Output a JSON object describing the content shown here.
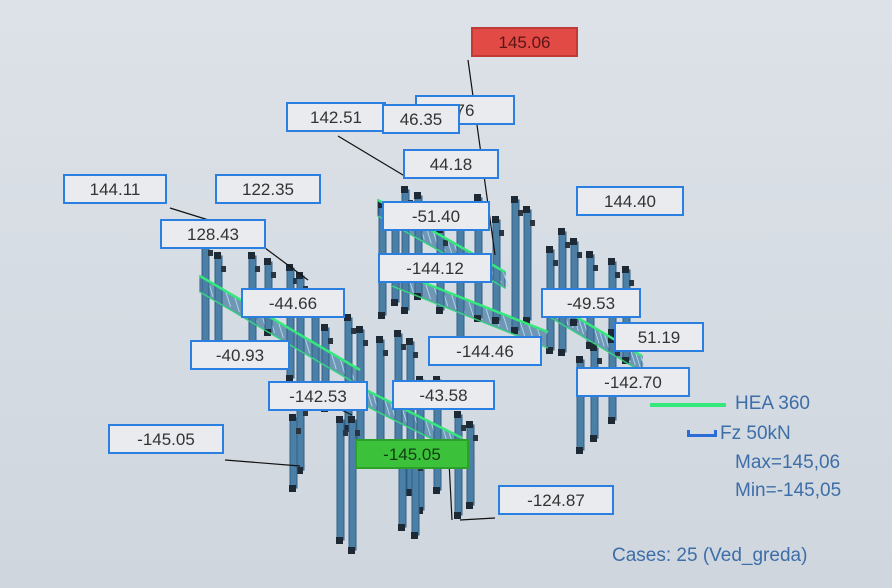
{
  "labels": [
    {
      "text": "145.06",
      "kind": "max"
    },
    {
      "text": "142.51",
      "kind": "normal"
    },
    {
      "text": "76",
      "kind": "normal"
    },
    {
      "text": "46.35",
      "kind": "normal"
    },
    {
      "text": "44.18",
      "kind": "normal"
    },
    {
      "text": "144.11",
      "kind": "normal"
    },
    {
      "text": "122.35",
      "kind": "normal"
    },
    {
      "text": "128.43",
      "kind": "normal"
    },
    {
      "text": "-51.40",
      "kind": "normal"
    },
    {
      "text": "144.40",
      "kind": "normal"
    },
    {
      "text": "-144.12",
      "kind": "normal"
    },
    {
      "text": "-49.53",
      "kind": "normal"
    },
    {
      "text": "-44.66",
      "kind": "normal"
    },
    {
      "text": "51.19",
      "kind": "normal"
    },
    {
      "text": "-144.46",
      "kind": "normal"
    },
    {
      "text": "-40.93",
      "kind": "normal"
    },
    {
      "text": "-142.70",
      "kind": "normal"
    },
    {
      "text": "-142.53",
      "kind": "normal"
    },
    {
      "text": "-43.58",
      "kind": "normal"
    },
    {
      "text": "-145.05",
      "kind": "normal"
    },
    {
      "text": "-145.05",
      "kind": "min"
    },
    {
      "text": "-124.87",
      "kind": "normal"
    }
  ],
  "legend": {
    "section_name": "HEA 360",
    "force_label": "Fz  50kN",
    "max_text": "Max=145,06",
    "min_text": "Min=-145,05",
    "cases_text": "Cases: 25 (Ved_greda)"
  },
  "colors": {
    "beam": "#35e87b",
    "diagram_fill": "#4c7fa6",
    "diagram_edge": "#2f5f86",
    "label_border": "#2a7fe0",
    "max_fill": "#e24a45",
    "min_fill": "#3cc23a",
    "legend_text": "#3d6ea8"
  }
}
